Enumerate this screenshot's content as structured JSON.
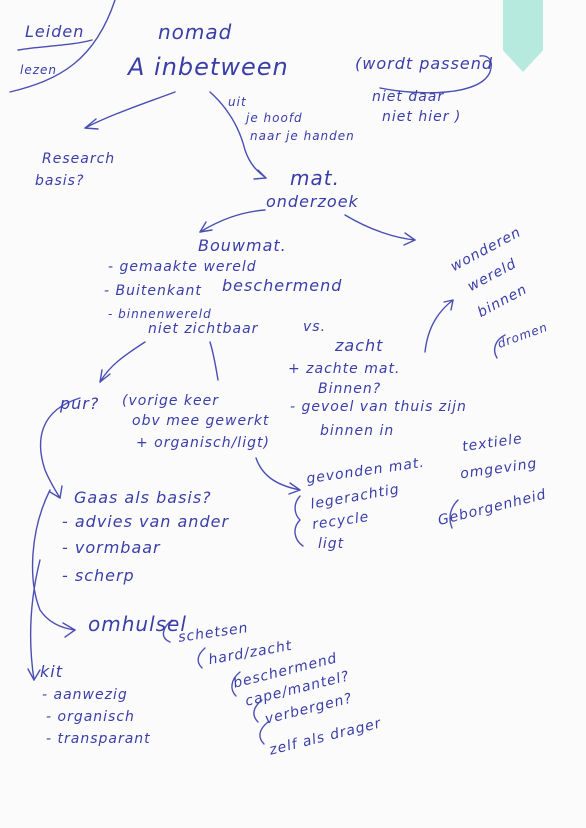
{
  "notes": {
    "leiden": "Leiden",
    "lezen": "lezen",
    "nomad": "nomad",
    "title": "A inbetween",
    "wordt_passend": "(wordt passend",
    "niet_daar": "niet daar",
    "niet_hier": "niet hier )",
    "uit": "uit",
    "je_hoofd": "je hoofd",
    "naar_handen": "naar je handen",
    "research": "Research",
    "basis": "basis?",
    "mat": "mat.",
    "onderzoek": "onderzoek",
    "bouwmat": "Bouwmat.",
    "gemaakte_wereld": "- gemaakte wereld",
    "buitenkant": "- Buitenkant",
    "beschermend": "beschermend",
    "binnenwereld": "- binnenwereld",
    "niet_zichtbaar": "niet zichtbaar",
    "vs": "vs.",
    "zacht": "zacht",
    "zachte_mat": "+ zachte mat.",
    "binnen_q": "Binnen?",
    "gevoel": "- gevoel van thuis zijn",
    "binnen_in": "binnen in",
    "wonderen": "wonderen",
    "wereld": "wereld",
    "binnen": "binnen",
    "dromen": "dromen",
    "pur": "pur?",
    "vorige_keer": "(vorige keer",
    "obv_mee_gewerkt": "obv mee gewerkt",
    "organisch": "+ organisch/ligt)",
    "textiele": "textiele",
    "omgeving": "omgeving",
    "gevonden_mat": "gevonden mat.",
    "legerachtig": "legerachtig",
    "recycle": "recycle",
    "ligt": "ligt",
    "geborgenheid": "Geborgenheid",
    "gaas": "Gaas als basis?",
    "advies": "- advies van ander",
    "vormbaar": "- vormbaar",
    "scherp": "- scherp",
    "omhulsel": "omhulsel",
    "schetsen": "schetsen",
    "hard_zacht": "hard/zacht",
    "beschermend2": "beschermend",
    "cape_mantel": "cape/mantel?",
    "verbergen": "verbergen?",
    "zelf_als_drager": "zelf als drager",
    "kit": "kit",
    "aanwezig": "- aanwezig",
    "organisch2": "- organisch",
    "transparant": "- transparant"
  },
  "colors": {
    "ink": "#3a3ea8",
    "paper": "#fbfbfc",
    "tape": "#a9e6d8"
  }
}
